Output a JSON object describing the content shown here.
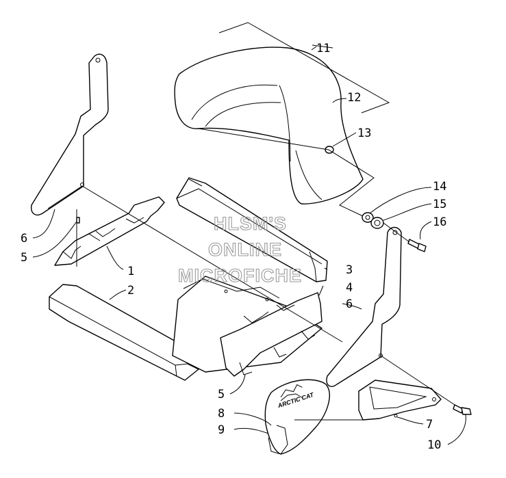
{
  "watermark": {
    "line1": "HLSM'S",
    "line2": "ONLINE",
    "line3": "MICROFICHE"
  },
  "logo_text": "ARCTIC CAT",
  "callouts": {
    "c1": "1",
    "c2": "2",
    "c3": "3",
    "c4": "4",
    "c5a": "5",
    "c5b": "5",
    "c6a": "6",
    "c6b": "6",
    "c7": "7",
    "c8": "8",
    "c9": "9",
    "c10": "10",
    "c11": "11",
    "c12": "12",
    "c13": "13",
    "c14": "14",
    "c15": "15",
    "c16": "16"
  }
}
